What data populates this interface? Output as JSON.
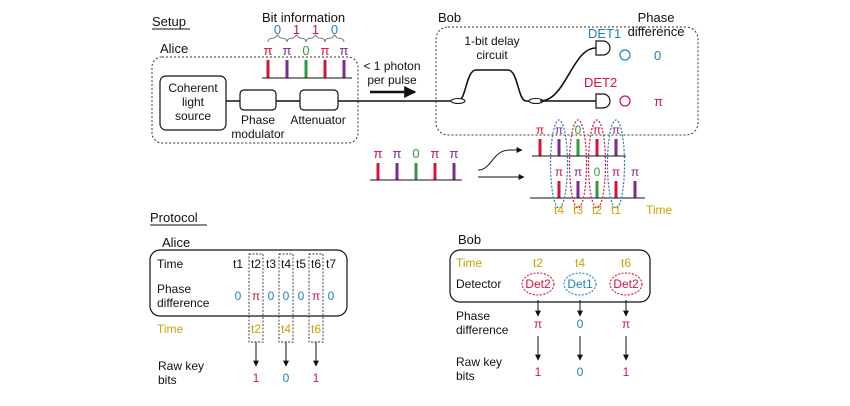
{
  "colors": {
    "red": "#d4143c",
    "purple": "#7b2a8e",
    "green": "#2e9a3c",
    "blue": "#1f7fc4",
    "yellow": "#c9a400",
    "black": "#111111",
    "pulse_blue": "#2a7ab8"
  },
  "setup": {
    "section_title": "Setup",
    "alice_label": "Alice",
    "bit_info_title": "Bit information",
    "bits": [
      "0",
      "1",
      "1",
      "0"
    ],
    "pulse_phases": [
      "π",
      "π",
      "0",
      "π",
      "π"
    ],
    "pulse_colors": [
      "red",
      "purple",
      "green",
      "red",
      "purple"
    ],
    "source_label_lines": [
      "Coherent",
      "light",
      "source"
    ],
    "phase_modulator_lines": [
      "Phase",
      "modulator"
    ],
    "attenuator_label": "Attenuator",
    "photon_label_lines": [
      "< 1 photon",
      "per pulse"
    ],
    "bob_label": "Bob",
    "delay_label_lines": [
      "1-bit delay",
      "circuit"
    ],
    "det1_label": "DET1",
    "det2_label": "DET2",
    "phase_diff_title_lines": [
      "Phase",
      "difference"
    ],
    "det1_phase": "0",
    "det2_phase": "π",
    "top_train_phases": [
      "π",
      "π",
      "0",
      "π",
      "π"
    ],
    "top_train_colors": [
      "red",
      "purple",
      "green",
      "red",
      "purple"
    ],
    "bottom_train_phases": [
      "π",
      "π",
      "0",
      "π",
      "π"
    ],
    "bottom_train_colors": [
      "red",
      "purple",
      "green",
      "red",
      "purple"
    ],
    "mid_train_phases": [
      "π",
      "π",
      "0",
      "π",
      "π"
    ],
    "mid_train_colors": [
      "red",
      "purple",
      "green",
      "red",
      "purple"
    ],
    "time_slots": [
      "t4",
      "t3",
      "t2",
      "t1"
    ],
    "time_axis_label": "Time"
  },
  "protocol": {
    "section_title": "Protocol",
    "alice": {
      "title": "Alice",
      "time_label": "Time",
      "times": [
        "t1",
        "t2",
        "t3",
        "t4",
        "t5",
        "t6",
        "t7"
      ],
      "phase_label_lines": [
        "Phase",
        "difference"
      ],
      "phases": [
        "0",
        "π",
        "0",
        "0",
        "0",
        "π",
        "0"
      ],
      "phase_colors": [
        "blue",
        "red",
        "blue",
        "blue",
        "blue",
        "red",
        "blue"
      ],
      "time_row_label": "Time",
      "selected_times": [
        "t2",
        "t4",
        "t6"
      ],
      "raw_key_label_lines": [
        "Raw key",
        "bits"
      ],
      "raw_bits": [
        "1",
        "0",
        "1"
      ],
      "raw_bit_colors": [
        "red",
        "blue",
        "red"
      ]
    },
    "bob": {
      "title": "Bob",
      "time_label": "Time",
      "times": [
        "t2",
        "t4",
        "t6"
      ],
      "detector_label": "Detector",
      "detectors": [
        "Det2",
        "Det1",
        "Det2"
      ],
      "detector_colors": [
        "red",
        "blue",
        "red"
      ],
      "phase_label_lines": [
        "Phase",
        "difference"
      ],
      "phases": [
        "π",
        "0",
        "π"
      ],
      "phase_colors": [
        "red",
        "blue",
        "red"
      ],
      "raw_key_label_lines": [
        "Raw key",
        "bits"
      ],
      "raw_bits": [
        "1",
        "0",
        "1"
      ],
      "raw_bit_colors": [
        "red",
        "blue",
        "red"
      ]
    }
  }
}
